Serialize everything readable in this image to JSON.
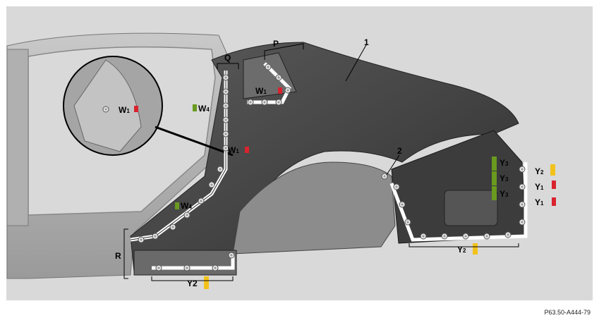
{
  "figure_code": "P63.50-A444-79",
  "callouts": {
    "c1": "1",
    "c2": "2",
    "P": "P",
    "Q": "Q",
    "R": "R"
  },
  "rivet_labels": {
    "w1_main": "W",
    "w1_main_sub": "1",
    "w1_inset": "W",
    "w1_inset_sub": "1",
    "w1_pillar": "W",
    "w1_pillar_sub": "1",
    "w4_upper": "W",
    "w4_upper_sub": "4",
    "w4_lower": "W",
    "w4_lower_sub": "4",
    "y3_a": "Y",
    "y3_a_sub": "3",
    "y3_b": "Y",
    "y3_b_sub": "3",
    "y3_c": "Y",
    "y3_c_sub": "3",
    "y2_right": "Y",
    "y2_right_sub": "2",
    "y1_a": "Y",
    "y1_a_sub": "1",
    "y1_b": "Y",
    "y1_b_sub": "1",
    "y2_bottom": "Y",
    "y2_bottom_sub": "2",
    "y2_sill": "Y2"
  },
  "colors": {
    "background": "#d9d9d9",
    "body_panel": "#4a4a4a",
    "frame": "#b8b8b8",
    "rivet_red": "#d9232e",
    "rivet_green": "#6a9a1f",
    "rivet_yellow": "#f2c21b"
  }
}
